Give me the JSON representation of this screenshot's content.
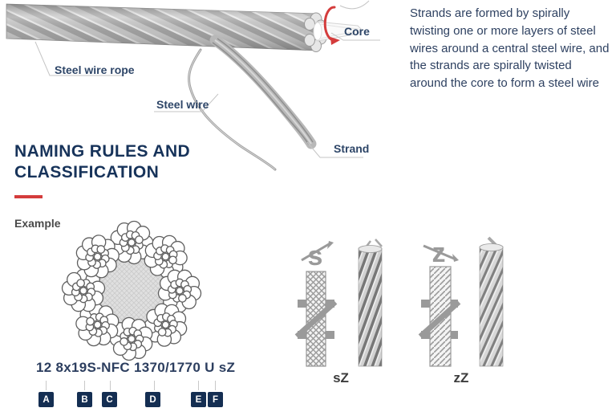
{
  "colors": {
    "heading_navy": "#17335a",
    "body_navy": "#2e4161",
    "label_navy": "#2e4668",
    "accent_red": "#d43c3c",
    "part_box_navy": "#142e52",
    "diagram_gray": "#9a9a9a"
  },
  "rope_figure": {
    "label_steel_wire_rope": "Steel wire rope",
    "label_steel_wire": "Steel wire",
    "label_core": "Core",
    "label_strand": "Strand"
  },
  "intro_paragraph": {
    "lines": [
      "Strands are formed by spirally",
      "twisting one or more layers of steel",
      "wires around a central steel wire, and",
      "the strands are spirally twisted",
      "around the core to form a steel wire"
    ]
  },
  "section": {
    "title_line1": "NAMING RULES AND",
    "title_line2": "CLASSIFICATION",
    "example_label": "Example"
  },
  "naming_example": {
    "designation": "12 8x19S-NFC 1370/1770 U sZ",
    "part_labels": [
      "A",
      "B",
      "C",
      "D",
      "E",
      "F"
    ]
  },
  "lay_directions": [
    {
      "strand_letter": "s",
      "label": "sZ"
    },
    {
      "strand_letter": "z",
      "label": "zZ"
    }
  ]
}
